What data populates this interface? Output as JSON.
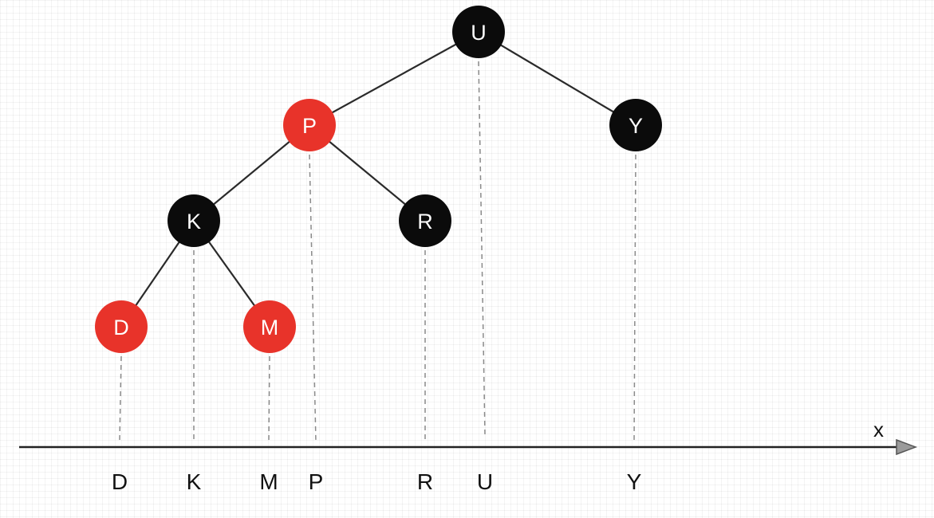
{
  "diagram": {
    "colors": {
      "red": "#e8332a",
      "black": "#0b0b0b",
      "edge": "#2a2a2a",
      "guide": "#8a8a8a",
      "axis": "#222222",
      "arrow_fill": "#9a9a9a"
    },
    "nodes": [
      {
        "id": "U",
        "label": "U",
        "color": "black"
      },
      {
        "id": "P",
        "label": "P",
        "color": "red"
      },
      {
        "id": "Y",
        "label": "Y",
        "color": "black"
      },
      {
        "id": "K",
        "label": "K",
        "color": "black"
      },
      {
        "id": "R",
        "label": "R",
        "color": "black"
      },
      {
        "id": "D",
        "label": "D",
        "color": "red"
      },
      {
        "id": "M",
        "label": "M",
        "color": "red"
      }
    ],
    "edges": [
      [
        "U",
        "P"
      ],
      [
        "U",
        "Y"
      ],
      [
        "P",
        "K"
      ],
      [
        "P",
        "R"
      ],
      [
        "K",
        "D"
      ],
      [
        "K",
        "M"
      ]
    ],
    "axis": {
      "name": "x",
      "labels": [
        "D",
        "K",
        "M",
        "P",
        "R",
        "U",
        "Y"
      ]
    }
  }
}
